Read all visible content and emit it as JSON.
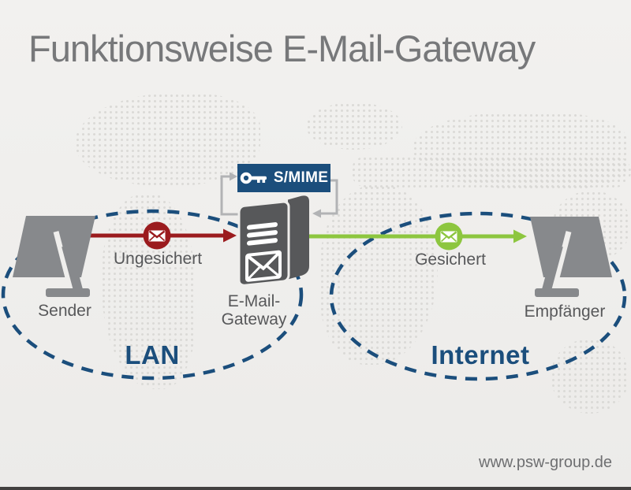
{
  "title": "Funktionsweise E-Mail-Gateway",
  "badge": {
    "label": "S/MIME",
    "icon": "key-icon"
  },
  "nodes": {
    "sender": {
      "label": "Sender"
    },
    "gateway": {
      "label_line1": "E-Mail-",
      "label_line2": "Gateway"
    },
    "receiver": {
      "label": "Empfänger"
    }
  },
  "flows": {
    "unsecured": {
      "label": "Ungesichert",
      "color": "#9b1b1e",
      "icon": "envelope-icon",
      "from": "Sender",
      "to": "E-Mail-Gateway"
    },
    "secured": {
      "label": "Gesichert",
      "color": "#8dc63f",
      "icon": "envelope-icon",
      "from": "E-Mail-Gateway",
      "to": "Empfänger"
    }
  },
  "zones": {
    "lan": {
      "label": "LAN"
    },
    "internet": {
      "label": "Internet"
    }
  },
  "footer": {
    "url": "www.psw-group.de"
  },
  "colors": {
    "accent_blue": "#1b4e7c",
    "flow_red": "#9b1b1e",
    "flow_green": "#8dc63f",
    "device_gray": "#87898c",
    "server_gray": "#57585a",
    "connector_gray": "#b2b3b5",
    "title_gray": "#77787a",
    "label_gray": "#57585a",
    "url_gray": "#6e6f71",
    "bg": "#efeeec",
    "map_dot": "#d8d7d4"
  }
}
